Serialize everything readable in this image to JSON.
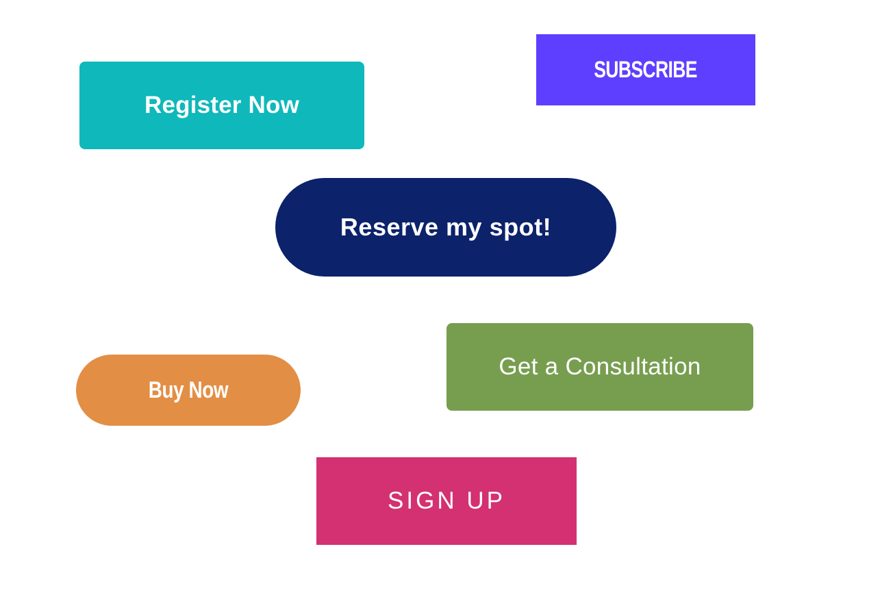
{
  "buttons": {
    "register": {
      "label": "Register Now",
      "color": "#0FB8BA"
    },
    "subscribe": {
      "label": "SUBSCRIBE",
      "color": "#5E3FFF"
    },
    "reserve": {
      "label": "Reserve my spot!",
      "color": "#0C226A"
    },
    "buy": {
      "label": "Buy Now",
      "color": "#E38E45"
    },
    "consult": {
      "label": "Get a Consultation",
      "color": "#779E4F"
    },
    "signup": {
      "label": "SIGN UP",
      "color": "#D33171"
    }
  },
  "page": {
    "background": "#FFFFFF"
  }
}
